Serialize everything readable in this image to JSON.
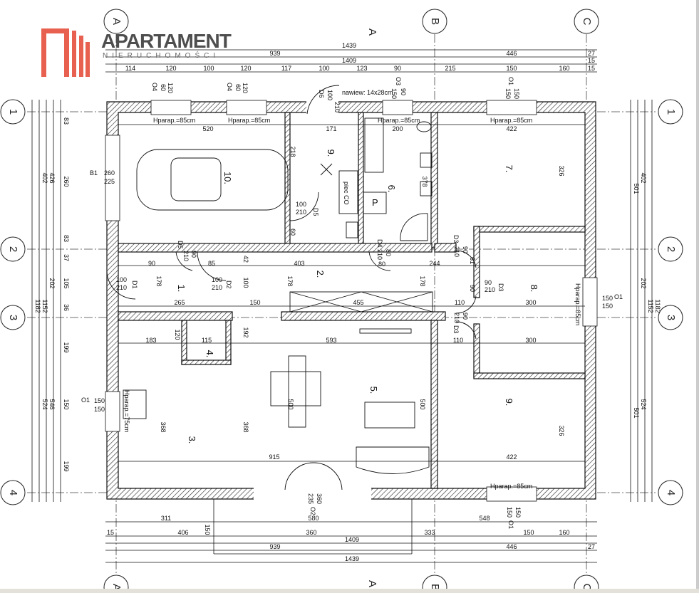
{
  "logo": {
    "title": "APARTAMENT",
    "subtitle": "NIERUCHOMOŚCI",
    "color": "#e8604f"
  },
  "axes": {
    "columns": [
      "A",
      "B",
      "C"
    ],
    "rows": [
      "1",
      "2",
      "3",
      "4"
    ]
  },
  "section_marker": "A",
  "dims_top": [
    "1439",
    "939",
    "446",
    "27",
    "1409",
    "15",
    "15",
    "114",
    "120",
    "100",
    "120",
    "117",
    "100",
    "123",
    "90",
    "215",
    "150",
    "160"
  ],
  "dims_bottom": [
    "311",
    "580",
    "548",
    "15",
    "406",
    "360",
    "333",
    "150",
    "160",
    "1409",
    "939",
    "446",
    "27",
    "1439",
    "150"
  ],
  "dims_left": [
    "83",
    "260",
    "83",
    "37",
    "105",
    "36",
    "199",
    "150",
    "199",
    "402",
    "426",
    "202",
    "1152",
    "1182",
    "524",
    "546"
  ],
  "dims_right": [
    "402",
    "501",
    "202",
    "1152",
    "1182",
    "524",
    "501"
  ],
  "rooms": [
    "10.",
    "9.",
    "6.",
    "7.",
    "1.",
    "2.",
    "8.",
    "3.",
    "4.",
    "5.",
    "9."
  ],
  "openings": {
    "o4a": {
      "tag": "O4",
      "w": "120",
      "h": "60"
    },
    "o4b": {
      "tag": "O4",
      "w": "120",
      "h": "60"
    },
    "d6": {
      "tag": "D6",
      "w": "100",
      "h": "210"
    },
    "o3": {
      "tag": "O3",
      "w": "90",
      "h": "150"
    },
    "o1_top": {
      "tag": "O1",
      "w": "150",
      "h": "150"
    },
    "b1": {
      "tag": "B1",
      "w": "260",
      "h": "225"
    },
    "d5a": {
      "tag": "D5",
      "w": "100",
      "h": "210"
    },
    "d5b": {
      "tag": "D5",
      "w": "90",
      "h": "210"
    },
    "d4": {
      "tag": "D4",
      "w": "80",
      "h": "210"
    },
    "d3a": {
      "tag": "D3",
      "w": "90",
      "h": "210"
    },
    "d3b": {
      "tag": "D3",
      "w": "90",
      "h": "210"
    },
    "d3c": {
      "tag": "D3",
      "w": "90",
      "h": "210"
    },
    "d1": {
      "tag": "D1",
      "w": "100",
      "h": "210"
    },
    "d2": {
      "tag": "D2",
      "w": "100",
      "h": "210"
    },
    "o1_left": {
      "tag": "O1",
      "w": "150",
      "h": "150"
    },
    "o1_right": {
      "tag": "O1",
      "w": "150",
      "h": "150"
    },
    "o2": {
      "tag": "O2",
      "w": "360",
      "h": "235"
    },
    "o1_bottom": {
      "tag": "O1",
      "w": "150",
      "h": "150"
    }
  },
  "notes": {
    "vent": "nawiew: 14x28cm",
    "sill85": "Hparap.=85cm",
    "sill75": "Hparap.=75cm",
    "boiler": "piec CO",
    "p": "P"
  },
  "inner_dims": [
    "520",
    "171",
    "200",
    "422",
    "218",
    "378",
    "326",
    "60",
    "90",
    "85",
    "403",
    "80",
    "244",
    "178",
    "178",
    "178",
    "100",
    "42",
    "61",
    "265",
    "150",
    "455",
    "110",
    "300",
    "90",
    "110",
    "300",
    "183",
    "120",
    "115",
    "593",
    "192",
    "368",
    "368",
    "500",
    "500",
    "915",
    "422",
    "326"
  ]
}
